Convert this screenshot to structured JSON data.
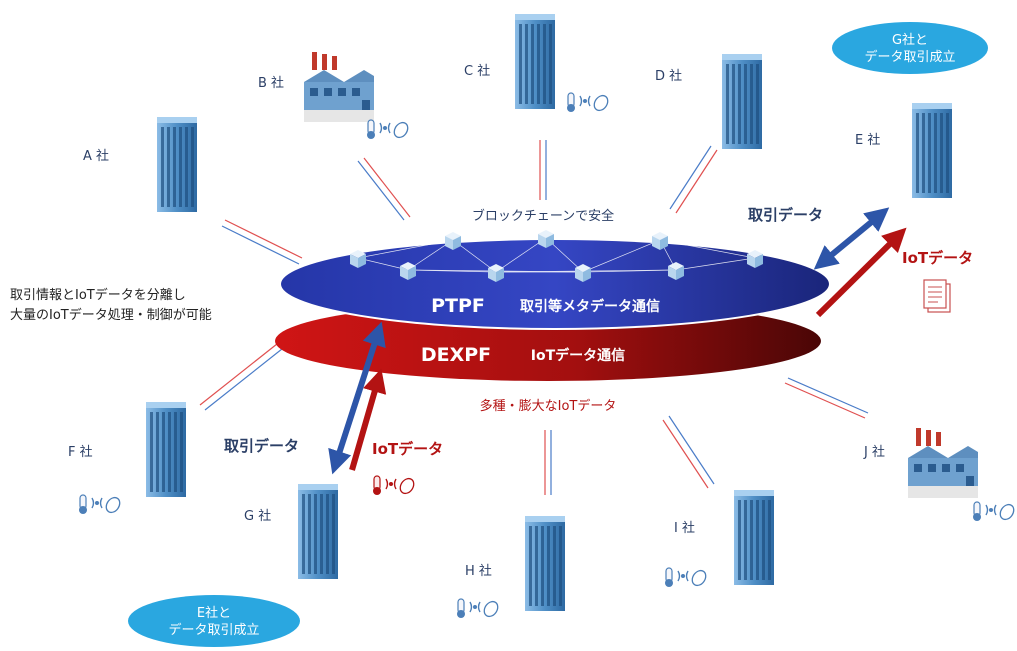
{
  "companies": {
    "a": "A 社",
    "b": "B 社",
    "c": "C 社",
    "d": "D 社",
    "e": "E 社",
    "f": "F 社",
    "g": "G 社",
    "h": "H 社",
    "i": "I 社",
    "j": "J 社"
  },
  "badges": {
    "top_right": [
      "G社と",
      "データ取引成立"
    ],
    "bottom_left": [
      "E社と",
      "データ取引成立"
    ]
  },
  "blockchain_label": "ブロックチェーンで安全",
  "ptpf": {
    "name": "PTPF",
    "desc": "取引等メタデータ通信"
  },
  "dexpf": {
    "name": "DEXPF",
    "desc": "IoTデータ通信"
  },
  "variety_label": "多種・膨大なIoTデータ",
  "left_note": [
    "取引情報とIoTデータを分離し",
    "大量のIoTデータ処理・制御が可能"
  ],
  "arrows": {
    "trade_right": "取引データ",
    "iot_right": "IoTデータ",
    "trade_left": "取引データ",
    "iot_left": "IoTデータ"
  },
  "colors": {
    "blue_ring": "#1f2f9a",
    "red_ring": "#b01010",
    "arrow_blue": "#2d55a8",
    "arrow_red": "#b31313",
    "badge": "#2aa7e0",
    "building": "#4f8fc6",
    "label_dark": "#2b3f66"
  }
}
